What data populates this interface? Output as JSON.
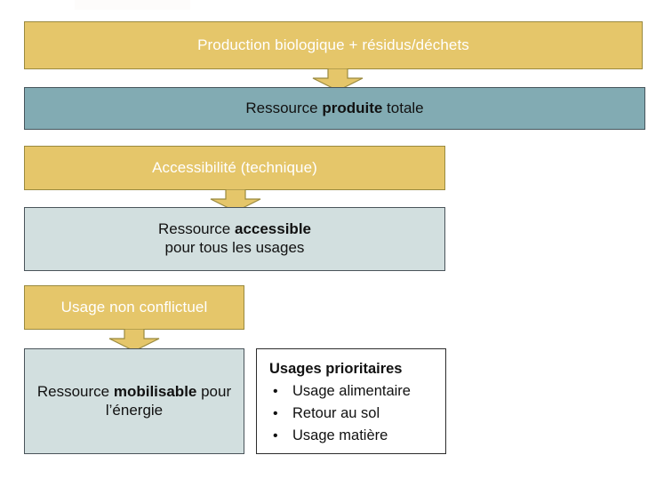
{
  "diagram": {
    "title_hidden_strip": "",
    "nodes": [
      {
        "id": "production",
        "label": "Production biologique + résidus/déchets",
        "style": "gold",
        "color": "#e5c66a",
        "text_color": "#ffffff"
      },
      {
        "id": "ressource-produite",
        "label_prefix": "Ressource ",
        "label_bold": "produite",
        "label_suffix": " totale",
        "style": "teal",
        "color": "#82abb3",
        "text_color": "#111111"
      },
      {
        "id": "accessibilite",
        "label": "Accessibilité (technique)",
        "style": "gold",
        "color": "#e5c66a",
        "text_color": "#ffffff"
      },
      {
        "id": "ressource-accessible",
        "label_prefix": "Ressource ",
        "label_bold": "accessible",
        "label_suffix": "",
        "label_line2": "pour tous les usages",
        "style": "light-blue",
        "color": "#d2dfdf",
        "text_color": "#111111"
      },
      {
        "id": "usage-non-conflictuel",
        "label": "Usage non conflictuel",
        "style": "gold",
        "color": "#e5c66a",
        "text_color": "#ffffff"
      },
      {
        "id": "ressource-mobilisable",
        "label_prefix": "Ressource ",
        "label_bold": "mobilisable",
        "label_suffix": " pour",
        "label_line2": "l’énergie",
        "style": "light-blue",
        "color": "#d2dfdf",
        "text_color": "#111111"
      }
    ],
    "priority_box": {
      "title": "Usages prioritaires",
      "bullet_glyph": "•",
      "items": [
        "Usage alimentaire",
        "Retour au sol",
        "Usage matière"
      ],
      "border_color": "#2c2c2c",
      "background": "#ffffff"
    },
    "arrows": [
      {
        "id": "arrow-production-to-produite",
        "direction": "down",
        "fill": "#e5c66a",
        "stroke": "#9a8a3f"
      },
      {
        "id": "arrow-accessibilite-to-accessible",
        "direction": "down",
        "fill": "#e5c66a",
        "stroke": "#9a8a3f"
      },
      {
        "id": "arrow-conflictuel-to-mobilisable",
        "direction": "down",
        "fill": "#e5c66a",
        "stroke": "#9a8a3f"
      }
    ]
  }
}
